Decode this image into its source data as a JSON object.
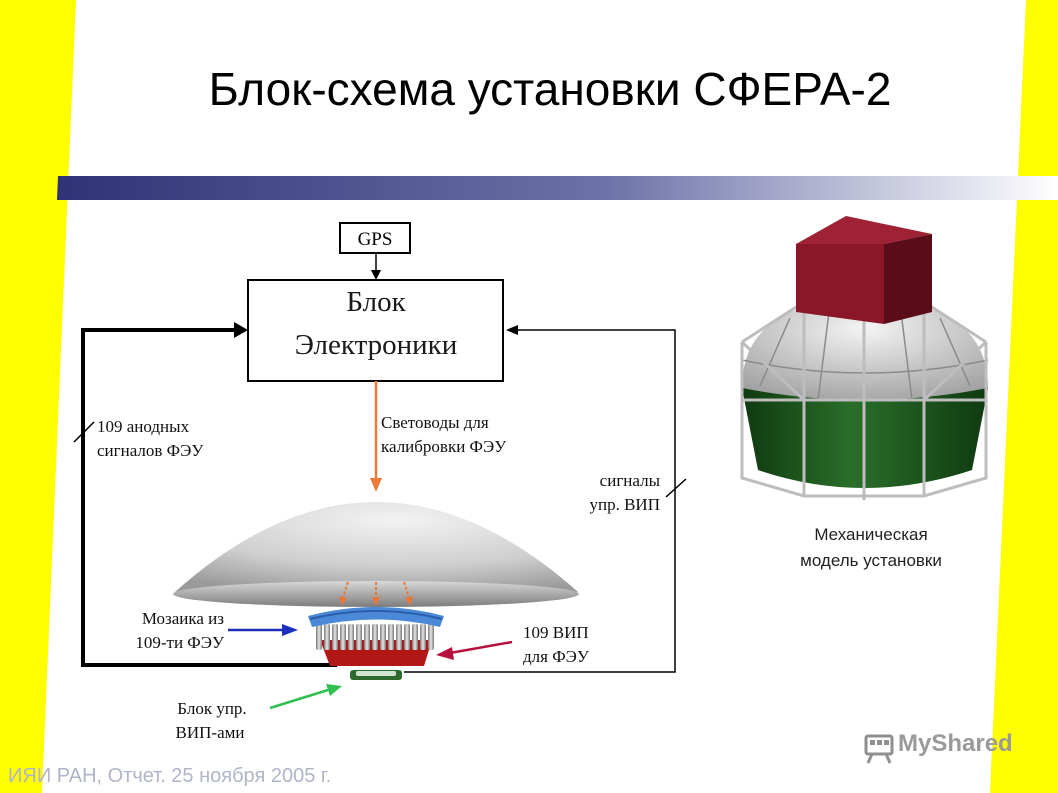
{
  "slide": {
    "title": "Блок-схема установки СФЕРА-2",
    "footer": "ИЯИ РАН, Отчет. 25 ноября 2005 г.",
    "watermark": "MyShared",
    "colors": {
      "yellow": "#ffff00",
      "band": "#3a3f7e",
      "cube": "#7a1424",
      "body": "#1c5a1c"
    }
  },
  "diagram": {
    "gps": "GPS",
    "electronics": [
      "Блок",
      "Электроники"
    ],
    "anode_signals": [
      "109 анодных",
      "сигналов ФЭУ"
    ],
    "light_guides": [
      "Световоды для",
      "калибровки ФЭУ"
    ],
    "control_signals": [
      "сигналы",
      "упр. ВИП"
    ],
    "mosaic": [
      "Мозаика из",
      "109-ти ФЭУ"
    ],
    "hv_supplies": [
      "109 ВИП",
      "для ФЭУ"
    ],
    "control_block": [
      "Блок упр.",
      "ВИП-ами"
    ]
  },
  "model": {
    "caption": [
      "Механическая",
      "модель установки"
    ]
  }
}
